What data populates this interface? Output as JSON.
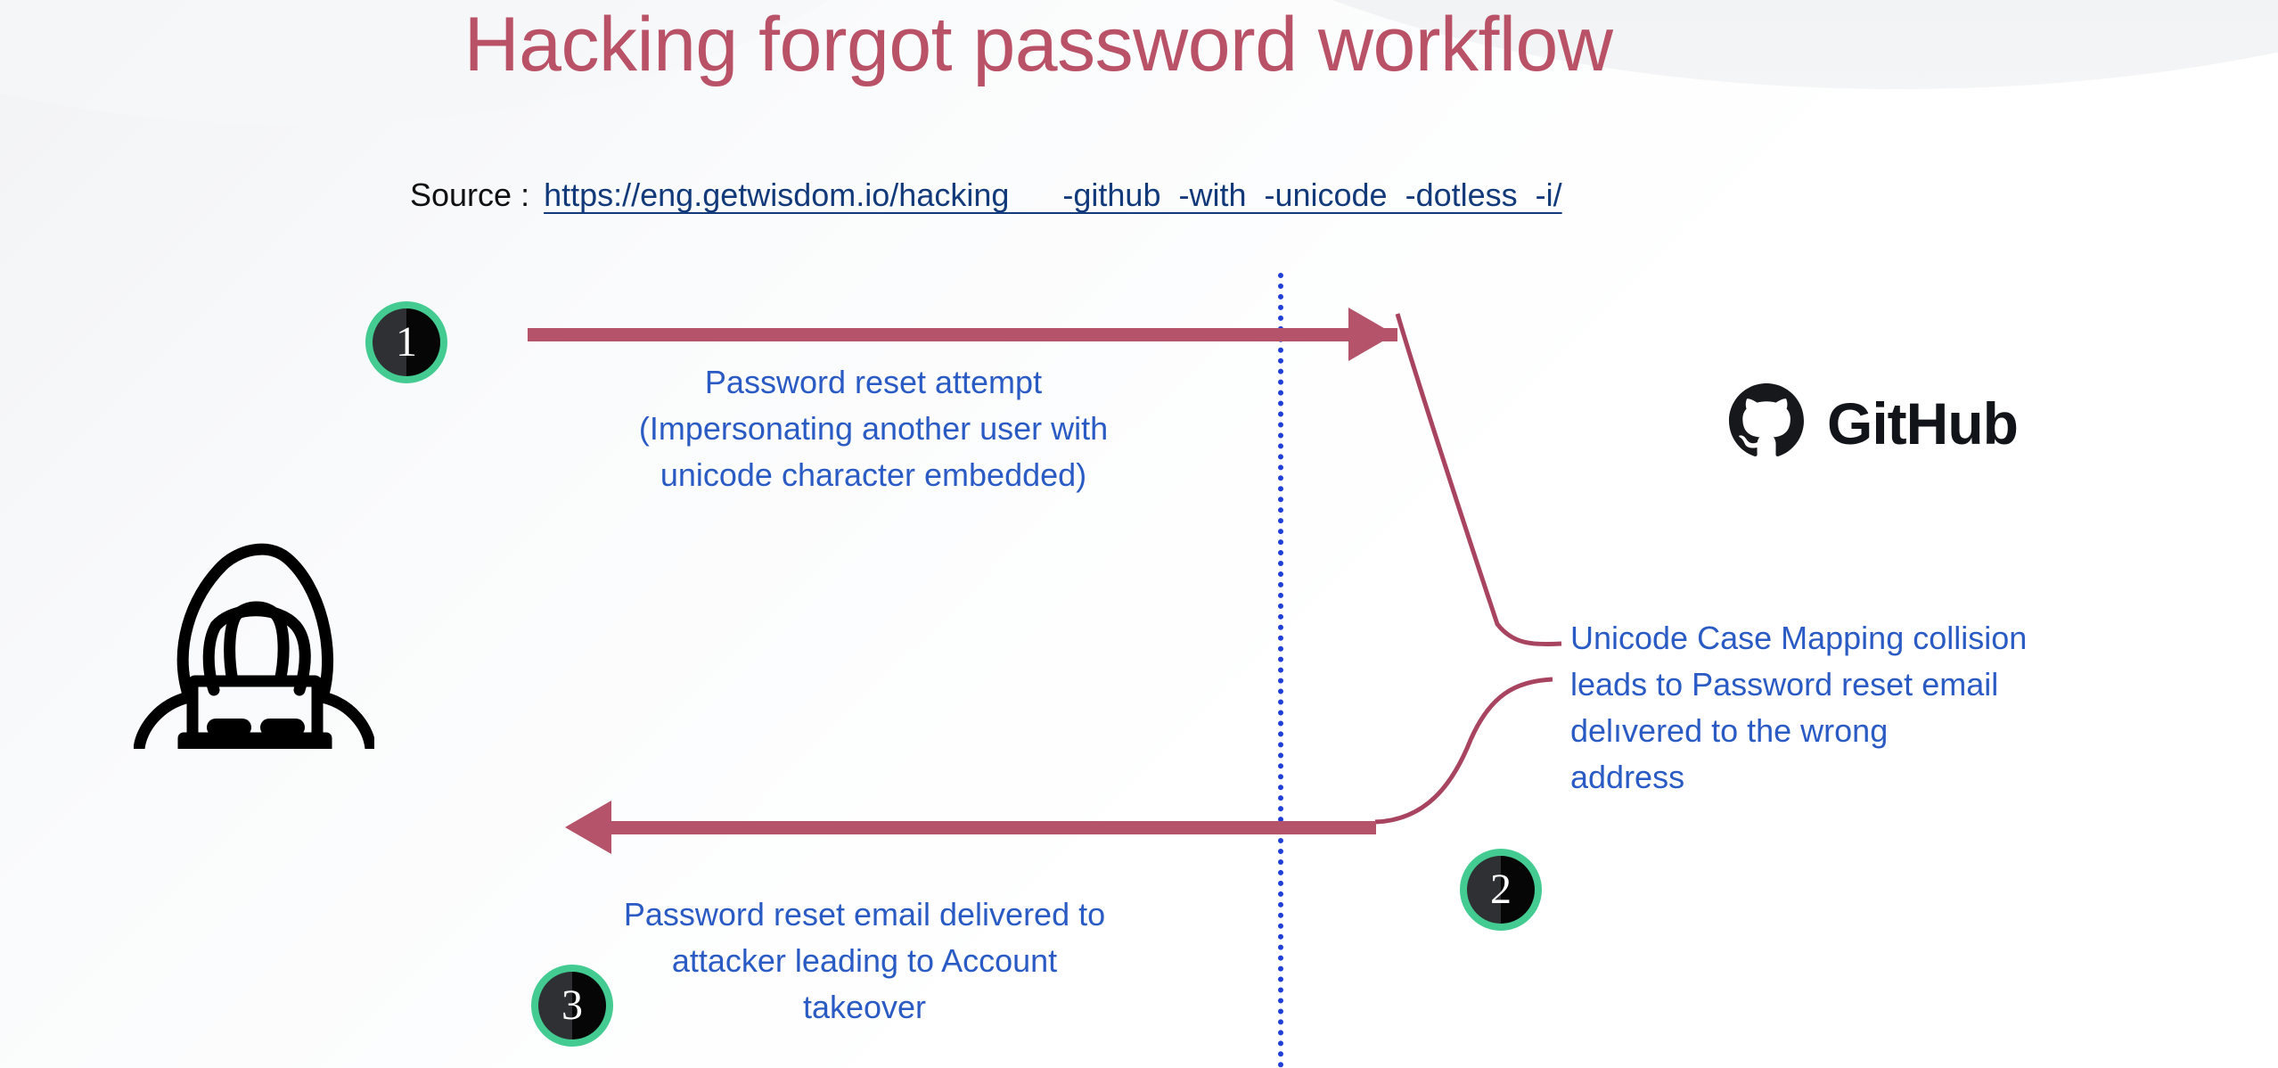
{
  "slide": {
    "title": "Hacking forgot password workflow",
    "title_color": "#b95167",
    "background_color": "#ffffff"
  },
  "source": {
    "label": "Source :",
    "url_text": "https://eng.getwisdom.io/hacking      -github  -with  -unicode  -dotless  -i/",
    "link_color": "#123a7a"
  },
  "colors": {
    "arrow": "#b5536b",
    "callout_text": "#2a5bc4",
    "divider": "#1f3fd6",
    "badge_ring": "#43cb92",
    "badge_fill_dark": "#060606",
    "badge_fill_light": "#2e3033"
  },
  "actors": {
    "attacker": {
      "icon": "hacker-hoodie-laptop-icon",
      "label": ""
    },
    "service": {
      "icon": "github-octocat-icon",
      "wordmark": "GitHub"
    }
  },
  "steps": [
    {
      "number": "1",
      "direction": "right",
      "text": "Password reset attempt\n(Impersonating another user with\nunicode character embedded)",
      "lines": [
        "Password reset attempt",
        "(Impersonating another user with",
        "unicode character embedded)"
      ]
    },
    {
      "number": "2",
      "direction": "note",
      "text": "Unicode Case Mapping collision leads to Password reset email delıvered to the wrong address",
      "lines": [
        "Unicode Case Mapping collision",
        "leads to Password reset email",
        "delıvered to the wrong",
        "address"
      ]
    },
    {
      "number": "3",
      "direction": "left",
      "text": "Password reset email delivered to attacker leading to Account takeover",
      "lines": [
        "Password reset email delivered to",
        "attacker leading to Account",
        "takeover"
      ]
    }
  ]
}
